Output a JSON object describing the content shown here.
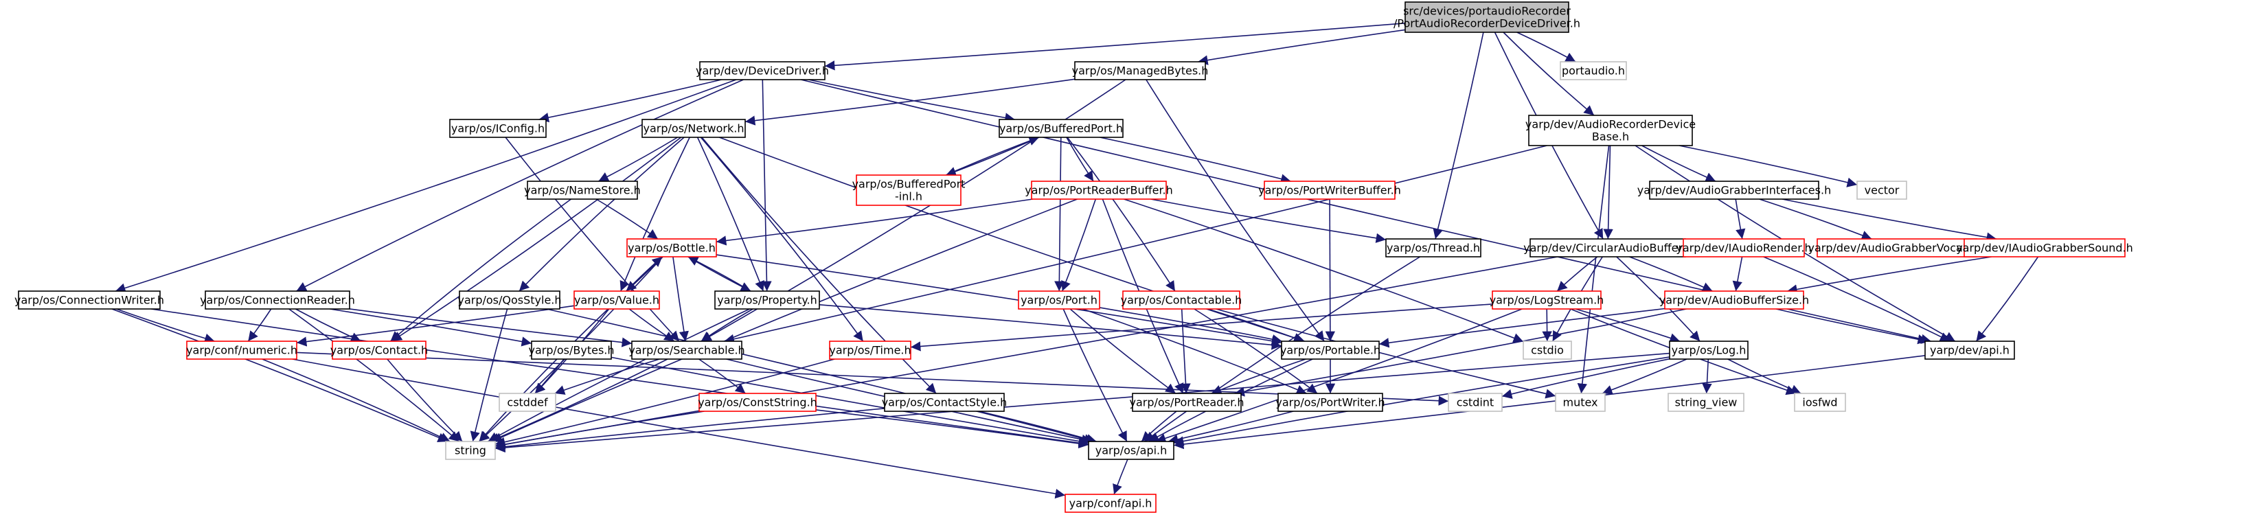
{
  "colors": {
    "edge": "#191970",
    "edge_alt": "#8b1a1a",
    "root_fill": "#bfbfbf",
    "border_defined": "#000000",
    "border_undocumented": "#ff0000",
    "border_external": "#bfbfbf"
  },
  "nodes": [
    {
      "id": "root",
      "lines": [
        "src/devices/portaudioRecorder",
        "/PortAudioRecorderDeviceDriver.h"
      ],
      "style": "root"
    },
    {
      "id": "devicedriver",
      "lines": [
        "yarp/dev/DeviceDriver.h"
      ],
      "style": "black"
    },
    {
      "id": "managedbytes",
      "lines": [
        "yarp/os/ManagedBytes.h"
      ],
      "style": "black"
    },
    {
      "id": "portaudio",
      "lines": [
        "portaudio.h"
      ],
      "style": "grey"
    },
    {
      "id": "iconfig",
      "lines": [
        "yarp/os/IConfig.h"
      ],
      "style": "black"
    },
    {
      "id": "network",
      "lines": [
        "yarp/os/Network.h"
      ],
      "style": "black"
    },
    {
      "id": "bufferedport",
      "lines": [
        "yarp/os/BufferedPort.h"
      ],
      "style": "black"
    },
    {
      "id": "audiorecorderdevicebase",
      "lines": [
        "yarp/dev/AudioRecorderDevice",
        "Base.h"
      ],
      "style": "black"
    },
    {
      "id": "vector",
      "lines": [
        "vector"
      ],
      "style": "grey"
    },
    {
      "id": "namestore",
      "lines": [
        "yarp/os/NameStore.h"
      ],
      "style": "black"
    },
    {
      "id": "bufferedportinl",
      "lines": [
        "yarp/os/BufferedPort",
        "-inl.h"
      ],
      "style": "red"
    },
    {
      "id": "portreaderbuffer",
      "lines": [
        "yarp/os/PortReaderBuffer.h"
      ],
      "style": "red"
    },
    {
      "id": "portwriterbuffer",
      "lines": [
        "yarp/os/PortWriterBuffer.h"
      ],
      "style": "red"
    },
    {
      "id": "audiograbberinterfaces",
      "lines": [
        "yarp/dev/AudioGrabberInterfaces.h"
      ],
      "style": "black"
    },
    {
      "id": "bottle",
      "lines": [
        "yarp/os/Bottle.h"
      ],
      "style": "red"
    },
    {
      "id": "thread",
      "lines": [
        "yarp/os/Thread.h"
      ],
      "style": "black"
    },
    {
      "id": "circularaudiobuffer",
      "lines": [
        "yarp/dev/CircularAudioBuffer.h"
      ],
      "style": "black"
    },
    {
      "id": "iaudiorender",
      "lines": [
        "yarp/dev/IAudioRender.h"
      ],
      "style": "red"
    },
    {
      "id": "audiograbbervocabs",
      "lines": [
        "yarp/dev/AudioGrabberVocabs.h"
      ],
      "style": "red"
    },
    {
      "id": "iaudiograbbersound",
      "lines": [
        "yarp/dev/IAudioGrabberSound.h"
      ],
      "style": "red"
    },
    {
      "id": "connectionwriter",
      "lines": [
        "yarp/os/ConnectionWriter.h"
      ],
      "style": "black"
    },
    {
      "id": "connectionreader",
      "lines": [
        "yarp/os/ConnectionReader.h"
      ],
      "style": "black"
    },
    {
      "id": "qosstyle",
      "lines": [
        "yarp/os/QosStyle.h"
      ],
      "style": "black"
    },
    {
      "id": "value",
      "lines": [
        "yarp/os/Value.h"
      ],
      "style": "red"
    },
    {
      "id": "property",
      "lines": [
        "yarp/os/Property.h"
      ],
      "style": "black"
    },
    {
      "id": "port",
      "lines": [
        "yarp/os/Port.h"
      ],
      "style": "red"
    },
    {
      "id": "contactable",
      "lines": [
        "yarp/os/Contactable.h"
      ],
      "style": "red"
    },
    {
      "id": "logstream",
      "lines": [
        "yarp/os/LogStream.h"
      ],
      "style": "red"
    },
    {
      "id": "audiobuffersize",
      "lines": [
        "yarp/dev/AudioBufferSize.h"
      ],
      "style": "red"
    },
    {
      "id": "confnumeric",
      "lines": [
        "yarp/conf/numeric.h"
      ],
      "style": "red"
    },
    {
      "id": "contact",
      "lines": [
        "yarp/os/Contact.h"
      ],
      "style": "red"
    },
    {
      "id": "bytes",
      "lines": [
        "yarp/os/Bytes.h"
      ],
      "style": "black"
    },
    {
      "id": "searchable",
      "lines": [
        "yarp/os/Searchable.h"
      ],
      "style": "black"
    },
    {
      "id": "time",
      "lines": [
        "yarp/os/Time.h"
      ],
      "style": "red"
    },
    {
      "id": "portable",
      "lines": [
        "yarp/os/Portable.h"
      ],
      "style": "black"
    },
    {
      "id": "cstdio",
      "lines": [
        "cstdio"
      ],
      "style": "grey"
    },
    {
      "id": "log",
      "lines": [
        "yarp/os/Log.h"
      ],
      "style": "black"
    },
    {
      "id": "devapi",
      "lines": [
        "yarp/dev/api.h"
      ],
      "style": "black"
    },
    {
      "id": "cstddef",
      "lines": [
        "cstddef"
      ],
      "style": "grey"
    },
    {
      "id": "conststring",
      "lines": [
        "yarp/os/ConstString.h"
      ],
      "style": "red"
    },
    {
      "id": "contactstyle",
      "lines": [
        "yarp/os/ContactStyle.h"
      ],
      "style": "black"
    },
    {
      "id": "portreader",
      "lines": [
        "yarp/os/PortReader.h"
      ],
      "style": "black"
    },
    {
      "id": "portwriter",
      "lines": [
        "yarp/os/PortWriter.h"
      ],
      "style": "black"
    },
    {
      "id": "cstdint",
      "lines": [
        "cstdint"
      ],
      "style": "grey"
    },
    {
      "id": "mutex",
      "lines": [
        "mutex"
      ],
      "style": "grey"
    },
    {
      "id": "string_view",
      "lines": [
        "string_view"
      ],
      "style": "grey"
    },
    {
      "id": "iosfwd",
      "lines": [
        "iosfwd"
      ],
      "style": "grey"
    },
    {
      "id": "string",
      "lines": [
        "string"
      ],
      "style": "grey"
    },
    {
      "id": "osapi",
      "lines": [
        "yarp/os/api.h"
      ],
      "style": "black"
    },
    {
      "id": "confapi",
      "lines": [
        "yarp/conf/api.h"
      ],
      "style": "red"
    }
  ],
  "edges": [
    [
      "root",
      "devicedriver"
    ],
    [
      "root",
      "managedbytes"
    ],
    [
      "root",
      "portaudio"
    ],
    [
      "root",
      "audiorecorderdevicebase"
    ],
    [
      "root",
      "thread"
    ],
    [
      "root",
      "circularaudiobuffer"
    ],
    [
      "devicedriver",
      "iconfig"
    ],
    [
      "devicedriver",
      "bufferedport"
    ],
    [
      "devicedriver",
      "connectionwriter"
    ],
    [
      "devicedriver",
      "connectionreader"
    ],
    [
      "devicedriver",
      "property"
    ],
    [
      "devicedriver",
      "devapi"
    ],
    [
      "managedbytes",
      "network"
    ],
    [
      "managedbytes",
      "portable"
    ],
    [
      "managedbytes",
      "searchable"
    ],
    [
      "iconfig",
      "searchable"
    ],
    [
      "network",
      "namestore"
    ],
    [
      "network",
      "qosstyle"
    ],
    [
      "network",
      "contact"
    ],
    [
      "network",
      "value"
    ],
    [
      "network",
      "property"
    ],
    [
      "network",
      "portable"
    ],
    [
      "network",
      "time"
    ],
    [
      "network",
      "contactstyle"
    ],
    [
      "bufferedport",
      "bufferedportinl"
    ],
    [
      "bufferedport",
      "portreaderbuffer"
    ],
    [
      "bufferedport",
      "portwriterbuffer"
    ],
    [
      "bufferedport",
      "port"
    ],
    [
      "bufferedport",
      "contactable"
    ],
    [
      "bufferedportinl",
      "bufferedport"
    ],
    [
      "audiorecorderdevicebase",
      "vector"
    ],
    [
      "audiorecorderdevicebase",
      "audiograbberinterfaces"
    ],
    [
      "audiorecorderdevicebase",
      "circularaudiobuffer"
    ],
    [
      "audiorecorderdevicebase",
      "mutex"
    ],
    [
      "audiorecorderdevicebase",
      "searchable"
    ],
    [
      "audiorecorderdevicebase",
      "devapi"
    ],
    [
      "namestore",
      "bottle"
    ],
    [
      "namestore",
      "contact"
    ],
    [
      "portreaderbuffer",
      "bottle"
    ],
    [
      "portreaderbuffer",
      "thread"
    ],
    [
      "portreaderbuffer",
      "port"
    ],
    [
      "portreaderbuffer",
      "portreader"
    ],
    [
      "portreaderbuffer",
      "cstdio"
    ],
    [
      "portreaderbuffer",
      "string"
    ],
    [
      "portwriterbuffer",
      "portable"
    ],
    [
      "audiograbberinterfaces",
      "iaudiorender"
    ],
    [
      "audiograbberinterfaces",
      "audiograbbervocabs"
    ],
    [
      "audiograbberinterfaces",
      "iaudiograbbersound"
    ],
    [
      "bottle",
      "value"
    ],
    [
      "bottle",
      "property"
    ],
    [
      "bottle",
      "portable"
    ],
    [
      "bottle",
      "searchable"
    ],
    [
      "bottle",
      "string"
    ],
    [
      "thread",
      "osapi"
    ],
    [
      "circularaudiobuffer",
      "audiobuffersize"
    ],
    [
      "circularaudiobuffer",
      "logstream"
    ],
    [
      "circularaudiobuffer",
      "log"
    ],
    [
      "circularaudiobuffer",
      "cstdio"
    ],
    [
      "circularaudiobuffer",
      "string"
    ],
    [
      "iaudiorender",
      "audiobuffersize"
    ],
    [
      "iaudiorender",
      "devapi"
    ],
    [
      "iaudiograbbersound",
      "audiobuffersize"
    ],
    [
      "iaudiograbbersound",
      "devapi"
    ],
    [
      "connectionwriter",
      "confnumeric"
    ],
    [
      "connectionwriter",
      "string"
    ],
    [
      "connectionwriter",
      "osapi"
    ],
    [
      "connectionreader",
      "confnumeric"
    ],
    [
      "connectionreader",
      "contact"
    ],
    [
      "connectionreader",
      "bytes"
    ],
    [
      "connectionreader",
      "searchable"
    ],
    [
      "connectionreader",
      "string"
    ],
    [
      "qosstyle",
      "string"
    ],
    [
      "qosstyle",
      "osapi"
    ],
    [
      "value",
      "bottle"
    ],
    [
      "value",
      "confnumeric"
    ],
    [
      "value",
      "searchable"
    ],
    [
      "value",
      "cstddef"
    ],
    [
      "value",
      "string"
    ],
    [
      "property",
      "bottle"
    ],
    [
      "property",
      "searchable"
    ],
    [
      "property",
      "portable"
    ],
    [
      "property",
      "string"
    ],
    [
      "port",
      "portable"
    ],
    [
      "port",
      "portreader"
    ],
    [
      "port",
      "portwriter"
    ],
    [
      "port",
      "osapi"
    ],
    [
      "contactable",
      "portable"
    ],
    [
      "contactable",
      "portreader"
    ],
    [
      "contactable",
      "portwriter"
    ],
    [
      "contactable",
      "mutex"
    ],
    [
      "logstream",
      "log"
    ],
    [
      "logstream",
      "time"
    ],
    [
      "logstream",
      "cstdio"
    ],
    [
      "logstream",
      "iosfwd"
    ],
    [
      "logstream",
      "osapi"
    ],
    [
      "audiobuffersize",
      "portable"
    ],
    [
      "audiobuffersize",
      "portreader"
    ],
    [
      "audiobuffersize",
      "devapi"
    ],
    [
      "confnumeric",
      "string"
    ],
    [
      "confnumeric",
      "confapi"
    ],
    [
      "confnumeric",
      "cstdint"
    ],
    [
      "contact",
      "string"
    ],
    [
      "bytes",
      "cstddef"
    ],
    [
      "bytes",
      "osapi"
    ],
    [
      "searchable",
      "conststring"
    ],
    [
      "searchable",
      "cstddef"
    ],
    [
      "searchable",
      "string"
    ],
    [
      "searchable",
      "osapi"
    ],
    [
      "time",
      "string"
    ],
    [
      "portable",
      "portreader"
    ],
    [
      "portable",
      "portwriter"
    ],
    [
      "portable",
      "osapi"
    ],
    [
      "log",
      "string_view"
    ],
    [
      "log",
      "iosfwd"
    ],
    [
      "log",
      "mutex"
    ],
    [
      "log",
      "cstdint"
    ],
    [
      "log",
      "string"
    ],
    [
      "log",
      "osapi"
    ],
    [
      "devapi",
      "osapi"
    ],
    [
      "conststring",
      "string"
    ],
    [
      "conststring",
      "osapi"
    ],
    [
      "contactstyle",
      "string"
    ],
    [
      "contactstyle",
      "osapi"
    ],
    [
      "portreader",
      "osapi"
    ],
    [
      "portwriter",
      "osapi"
    ],
    [
      "osapi",
      "confapi"
    ]
  ]
}
